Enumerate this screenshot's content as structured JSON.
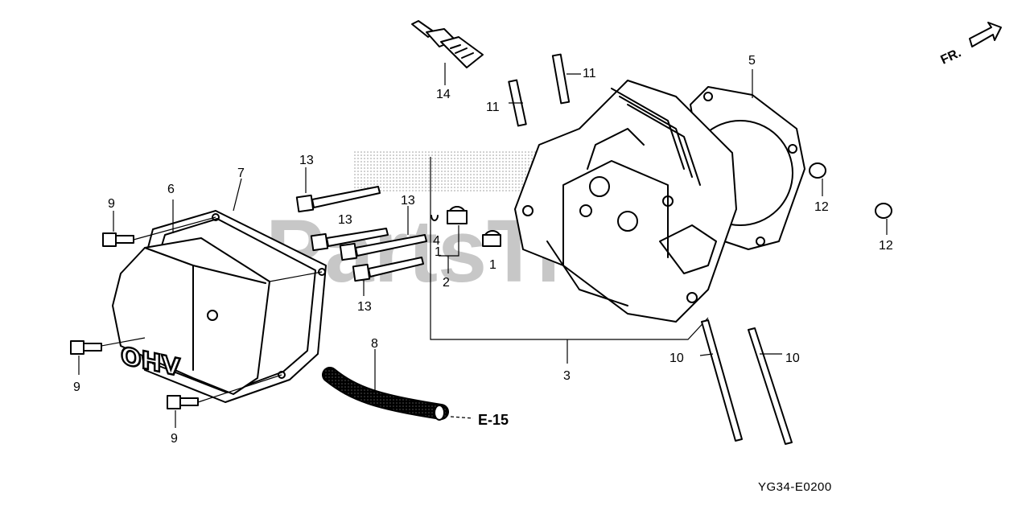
{
  "watermark": "PartsTree",
  "cover_text": "OHV",
  "diagram_code": "YG34-E0200",
  "front_indicator": "FR.",
  "reference": "E-15",
  "callouts": {
    "c1a": "1",
    "c1b": "1",
    "c2": "2",
    "c3": "3",
    "c4": "4",
    "c5": "5",
    "c6": "6",
    "c7": "7",
    "c8": "8",
    "c9a": "9",
    "c9b": "9",
    "c9c": "9",
    "c10a": "10",
    "c10b": "10",
    "c11a": "11",
    "c11b": "11",
    "c12a": "12",
    "c12b": "12",
    "c13a": "13",
    "c13b": "13",
    "c13c": "13",
    "c13d": "13",
    "c14": "14"
  },
  "colors": {
    "line": "#000000",
    "watermark": "#9a9a9a",
    "background": "#ffffff"
  }
}
